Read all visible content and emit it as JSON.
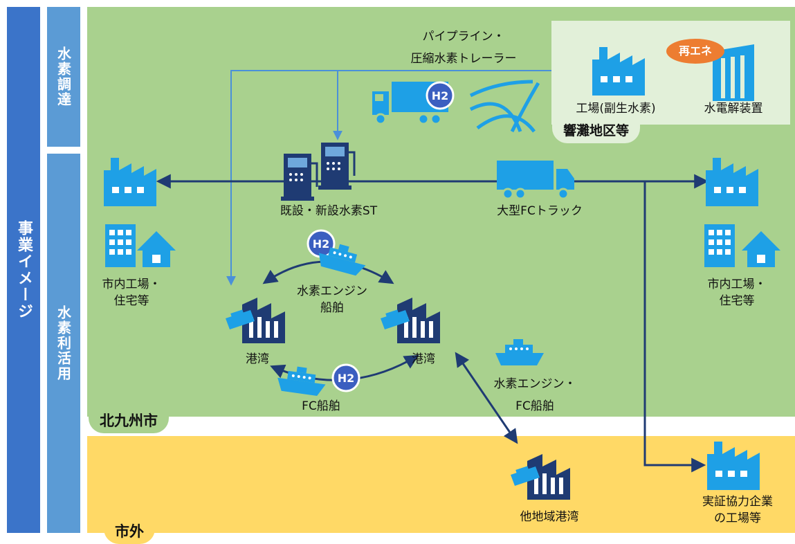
{
  "sidebar": {
    "main_label": "事業イメージ",
    "procurement_label": "水素調達",
    "utilization_label": "水素利活用"
  },
  "regions": {
    "city": "北九州市",
    "outside": "市外",
    "hibikinada": "響灘地区等"
  },
  "supply": {
    "pipeline_line1": "パイプライン・",
    "pipeline_line2": "圧縮水素トレーラー",
    "factory_byproduct": "工場(副生水素)",
    "electrolyzer": "水電解装置",
    "renewable_badge": "再エネ",
    "h2_badge": "H2"
  },
  "nodes": {
    "station": "既設・新設水素ST",
    "truck": "大型FCトラック",
    "left_city_line1": "市内工場・",
    "left_city_line2": "住宅等",
    "right_city_line1": "市内工場・",
    "right_city_line2": "住宅等",
    "port_left": "港湾",
    "port_right": "港湾",
    "engine_ship_line1": "水素エンジン",
    "engine_ship_line2": "船舶",
    "fc_ship": "FC船舶",
    "engine_fc_line1": "水素エンジン・",
    "engine_fc_line2": "FC船舶",
    "other_port": "他地域港湾",
    "partner_line1": "実証協力企業",
    "partner_line2": "の工場等"
  },
  "colors": {
    "sidebar_blue": "#3b74c9",
    "band_blue": "#5b9bd5",
    "city_green": "#a9d18e",
    "outside_yellow": "#ffd966",
    "icon_blue": "#1ea0e6",
    "navy": "#1f3b73",
    "renewable_orange": "#ed7d31"
  }
}
